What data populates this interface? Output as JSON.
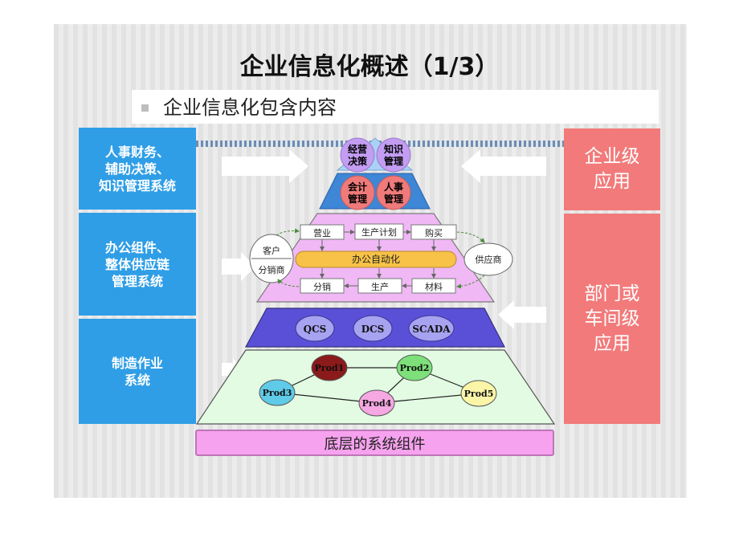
{
  "title": "企业信息化概述（1/3）",
  "bullet": "企业信息化包含内容",
  "left_panels": [
    {
      "text": "人事财务、\n辅助决策、\n知识管理系统"
    },
    {
      "text": "办公组件、\n整体供应链\n管理系统"
    },
    {
      "text": "制造作业\n系统"
    }
  ],
  "right_panels": [
    {
      "text": "企业级\n应用"
    },
    {
      "text": "部门或\n车间级\n应用"
    }
  ],
  "pyramid": {
    "top_circles": [
      {
        "line1": "经营",
        "line2": "决策"
      },
      {
        "line1": "知识",
        "line2": "管理"
      }
    ],
    "mid_circles": [
      {
        "line1": "会计",
        "line2": "管理"
      },
      {
        "line1": "人事",
        "line2": "管理"
      }
    ],
    "office_top_row": [
      "营业",
      "生产计划",
      "购买"
    ],
    "office_automation": "办公自动化",
    "office_bottom_row": [
      "分销",
      "生产",
      "材料"
    ],
    "customer": {
      "line1": "客户",
      "line2": "分销商"
    },
    "supplier": "供应商",
    "control_systems": [
      "QCS",
      "DCS",
      "SCADA"
    ],
    "products": [
      "Prod1",
      "Prod2",
      "Prod3",
      "Prod4",
      "Prod5"
    ]
  },
  "bottom_bar": "底层的系统组件",
  "colors": {
    "left_panel": "#2f9ee6",
    "right_panel": "#f27a7a",
    "tier_top": "#a9d2f5",
    "tier_red": "#3e86d6",
    "tier_office": "#f0b8f5",
    "tier_control": "#5a50d8",
    "tier_products": "#e2fbe2",
    "bottom_bar": "#f6a2ee"
  }
}
